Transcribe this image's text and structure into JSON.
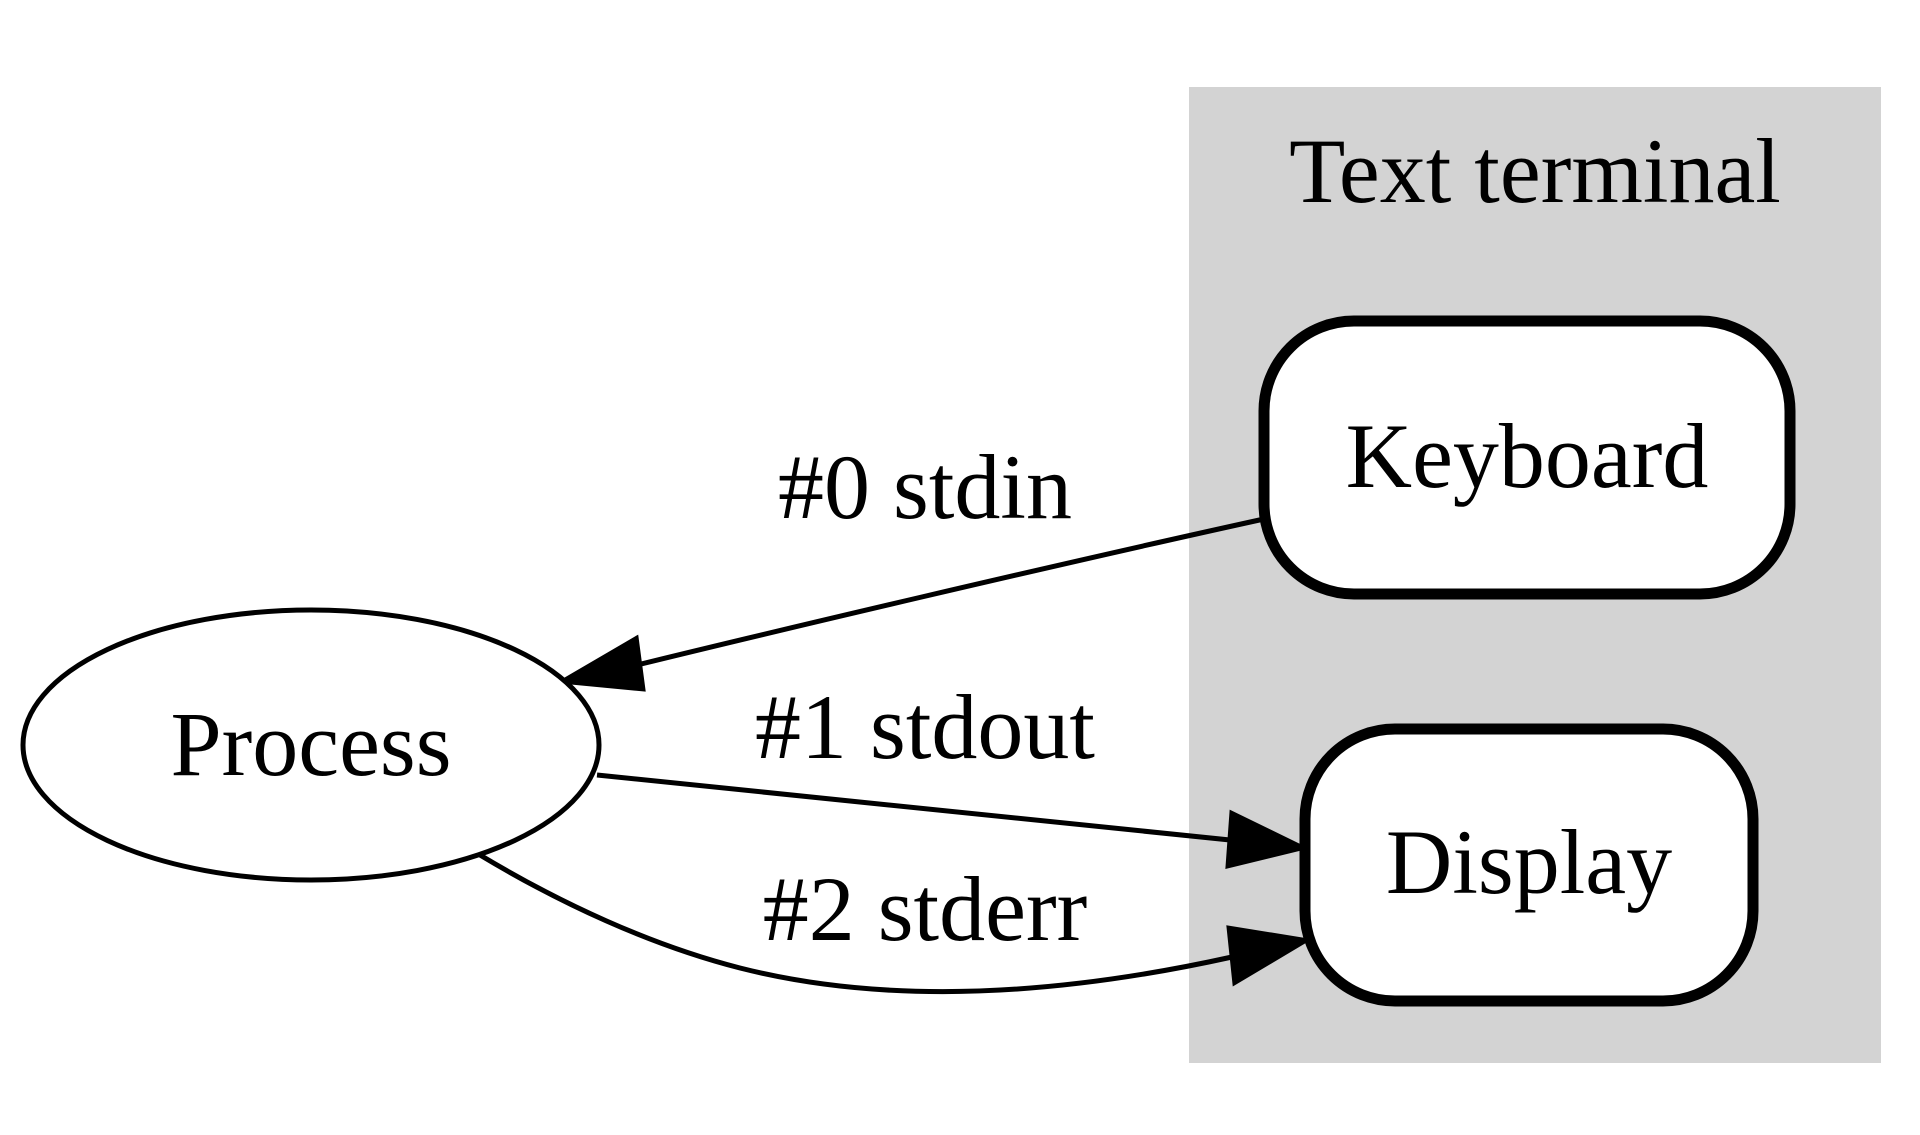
{
  "cluster": {
    "title": "Text terminal",
    "fill": "#d3d3d3"
  },
  "nodes": {
    "process": {
      "label": "Process"
    },
    "keyboard": {
      "label": "Keyboard"
    },
    "display": {
      "label": "Display"
    }
  },
  "edges": {
    "stdin": {
      "label": "#0 stdin",
      "from": "Keyboard",
      "to": "Process"
    },
    "stdout": {
      "label": "#1 stdout",
      "from": "Process",
      "to": "Display"
    },
    "stderr": {
      "label": "#2 stderr",
      "from": "Process",
      "to": "Display"
    }
  }
}
